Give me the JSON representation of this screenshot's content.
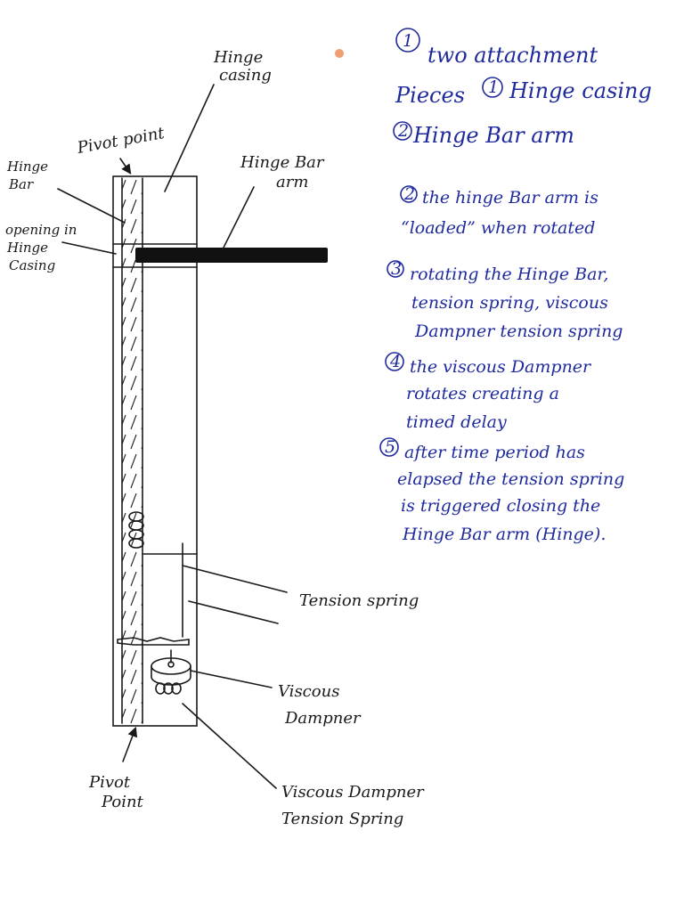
{
  "labels": {
    "hinge_casing": [
      "Hinge",
      "casing"
    ],
    "pivot_point_top": "Pivot point",
    "hinge_bar": [
      "Hinge",
      "Bar"
    ],
    "hinge_bar_arm": [
      "Hinge Bar",
      "arm"
    ],
    "opening": [
      "opening in",
      "Hinge",
      "Casing"
    ],
    "tension_spring": "Tension spring",
    "viscous_dampner": [
      "Viscous",
      "Dampner"
    ],
    "pivot_point_bottom": [
      "Pivot",
      "Point"
    ],
    "viscous_dampner_tension_spring": [
      "Viscous Dampner",
      "Tension Spring"
    ]
  },
  "notes": {
    "n1_num": "1",
    "n1_line1": "two attachment",
    "n1_line2_a": "Pieces",
    "n1_sub1_num": "1",
    "n1_line2_b": "Hinge casing",
    "n1_sub2_num": "2",
    "n1_line3": "Hinge Bar arm",
    "n2_num": "2",
    "n2_lines": [
      "the hinge Bar arm is",
      "“loaded” when rotated"
    ],
    "n3_num": "3",
    "n3_lines": [
      "rotating the Hinge Bar,",
      "tension spring, viscous",
      "Dampner tension spring"
    ],
    "n4_num": "4",
    "n4_lines": [
      "the viscous Dampner",
      "rotates creating a",
      "timed delay"
    ],
    "n5_num": "5",
    "n5_lines": [
      "after time period has",
      "elapsed the tension spring",
      "is triggered closing the",
      "Hinge Bar arm (Hinge)."
    ]
  },
  "colors": {
    "ink": "#1a1a1a",
    "note_ink": "#1f2a9c",
    "accent_dot": "#f0a070"
  }
}
